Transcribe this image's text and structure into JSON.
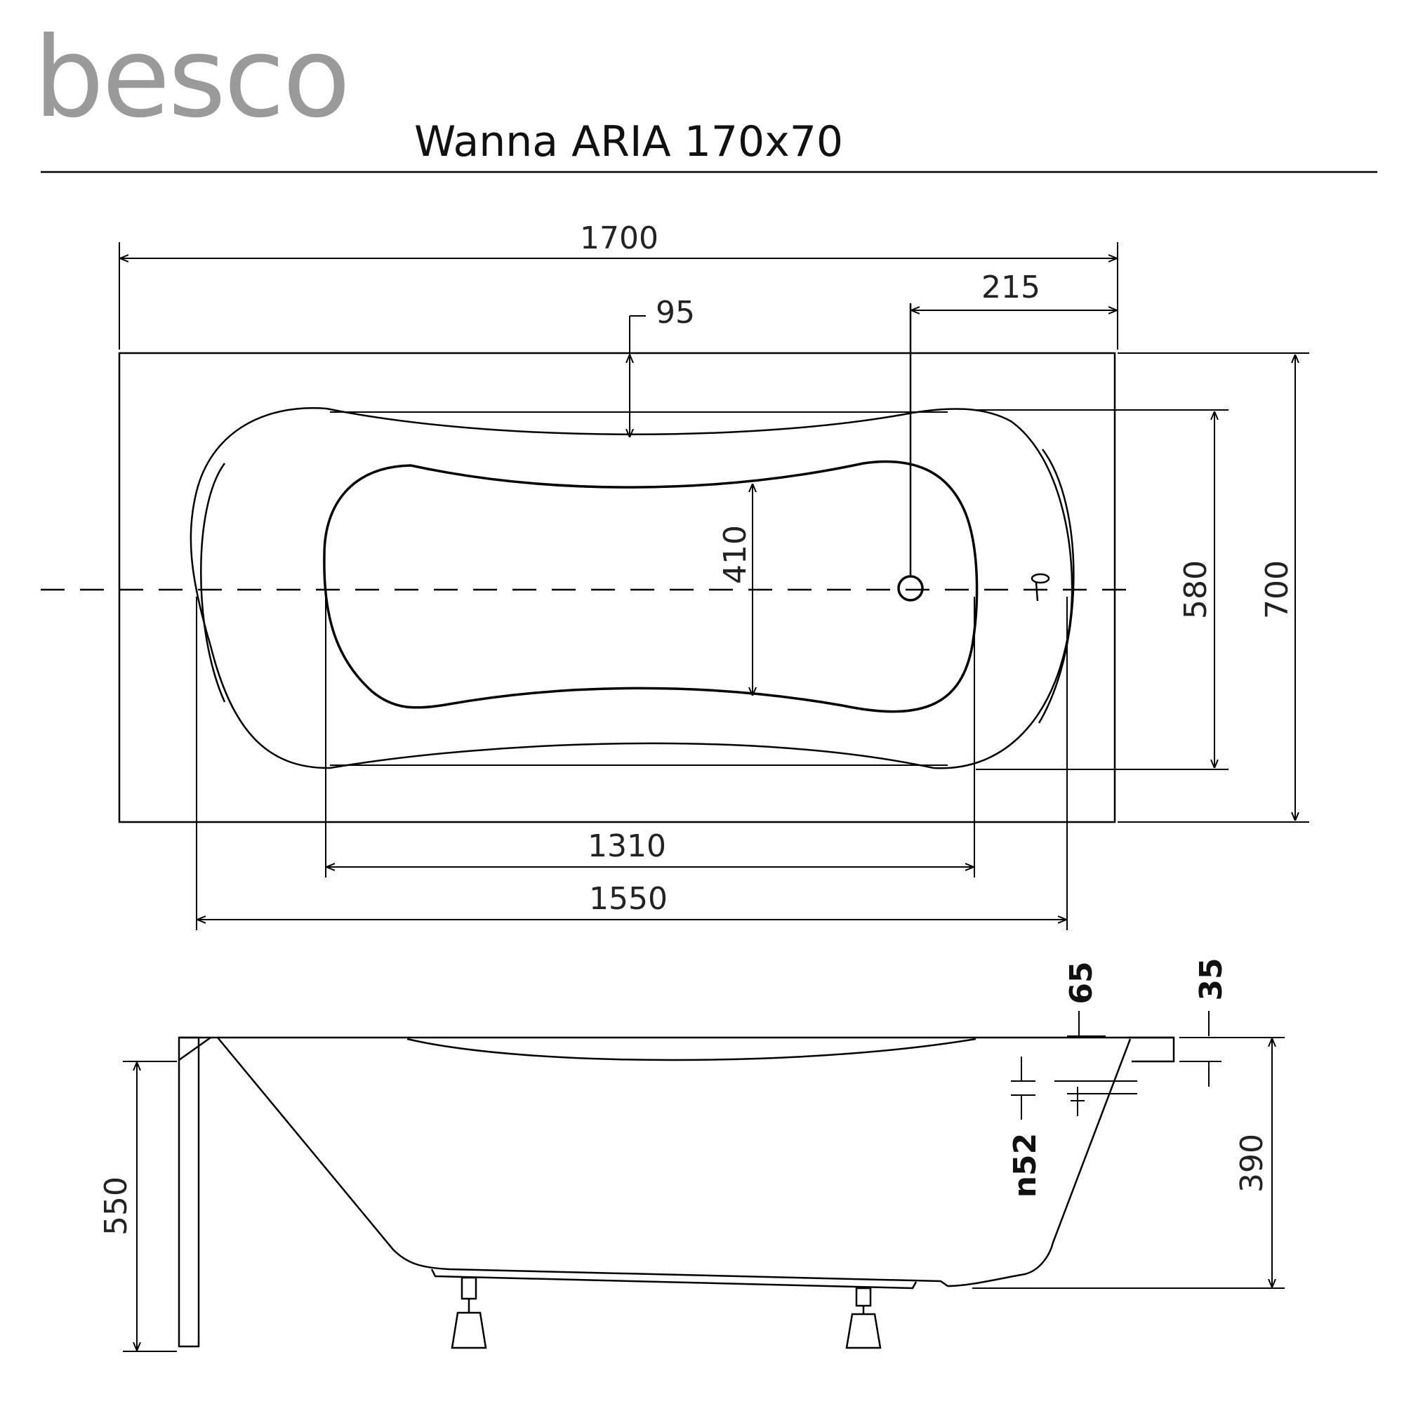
{
  "header": {
    "brand": "besco",
    "title": "Wanna ARIA 170x70"
  },
  "top_view": {
    "dim_length_outer": "1700",
    "dim_drain_offset": "215",
    "dim_rim_depth": "95",
    "dim_inner_width": "410",
    "dim_rim_width": "580",
    "dim_outer_width": "700",
    "dim_inner_length": "1310",
    "dim_rim_length": "1550"
  },
  "side_view": {
    "dim_overflow_top": "65",
    "dim_rim_thickness": "35",
    "dim_overflow_hole": "n52",
    "dim_tub_depth": "390",
    "dim_total_height": "550"
  }
}
